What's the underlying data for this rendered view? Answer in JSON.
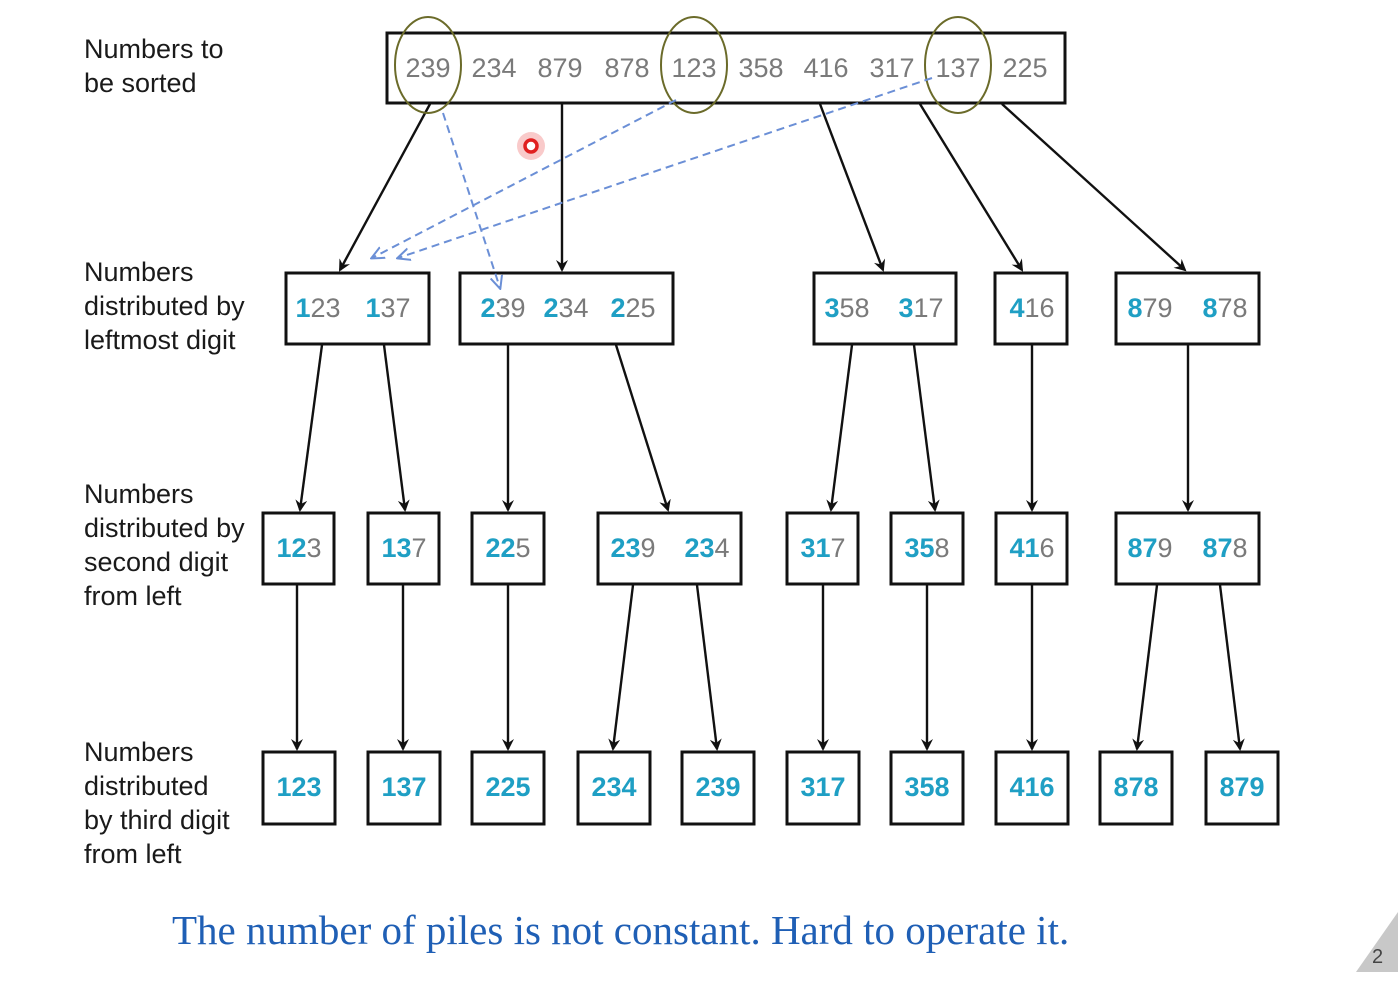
{
  "row_labels": {
    "row0": [
      "Numbers to",
      "be sorted"
    ],
    "row1": [
      "Numbers",
      "distributed by",
      "leftmost digit"
    ],
    "row2": [
      "Numbers",
      "distributed by",
      "second digit",
      "from left"
    ],
    "row3": [
      "Numbers",
      "distributed",
      "by third digit",
      "from left"
    ]
  },
  "unsorted": {
    "numbers": [
      "239",
      "234",
      "879",
      "878",
      "123",
      "358",
      "416",
      "317",
      "137",
      "225"
    ],
    "circled": [
      "239",
      "123",
      "137"
    ]
  },
  "piles_by_leftmost": [
    [
      "123",
      "137"
    ],
    [
      "239",
      "234",
      "225"
    ],
    [
      "358",
      "317"
    ],
    [
      "416"
    ],
    [
      "879",
      "878"
    ]
  ],
  "piles_by_second": [
    [
      "123"
    ],
    [
      "137"
    ],
    [
      "225"
    ],
    [
      "239",
      "234"
    ],
    [
      "317"
    ],
    [
      "358"
    ],
    [
      "416"
    ],
    [
      "879",
      "878"
    ]
  ],
  "piles_by_third": [
    [
      "123"
    ],
    [
      "137"
    ],
    [
      "225"
    ],
    [
      "234"
    ],
    [
      "239"
    ],
    [
      "317"
    ],
    [
      "358"
    ],
    [
      "416"
    ],
    [
      "878"
    ],
    [
      "879"
    ]
  ],
  "caption": "The number of piles is not constant. Hard to operate it.",
  "page_number": "2",
  "colors": {
    "digit_gray": "#7a7a7a",
    "digit_highlight": "#1f9fc4",
    "dashed_arrow": "#6b8fd6",
    "circle": "#6b6b2a",
    "caption": "#1f5fb5",
    "cursor": "#e02020"
  }
}
